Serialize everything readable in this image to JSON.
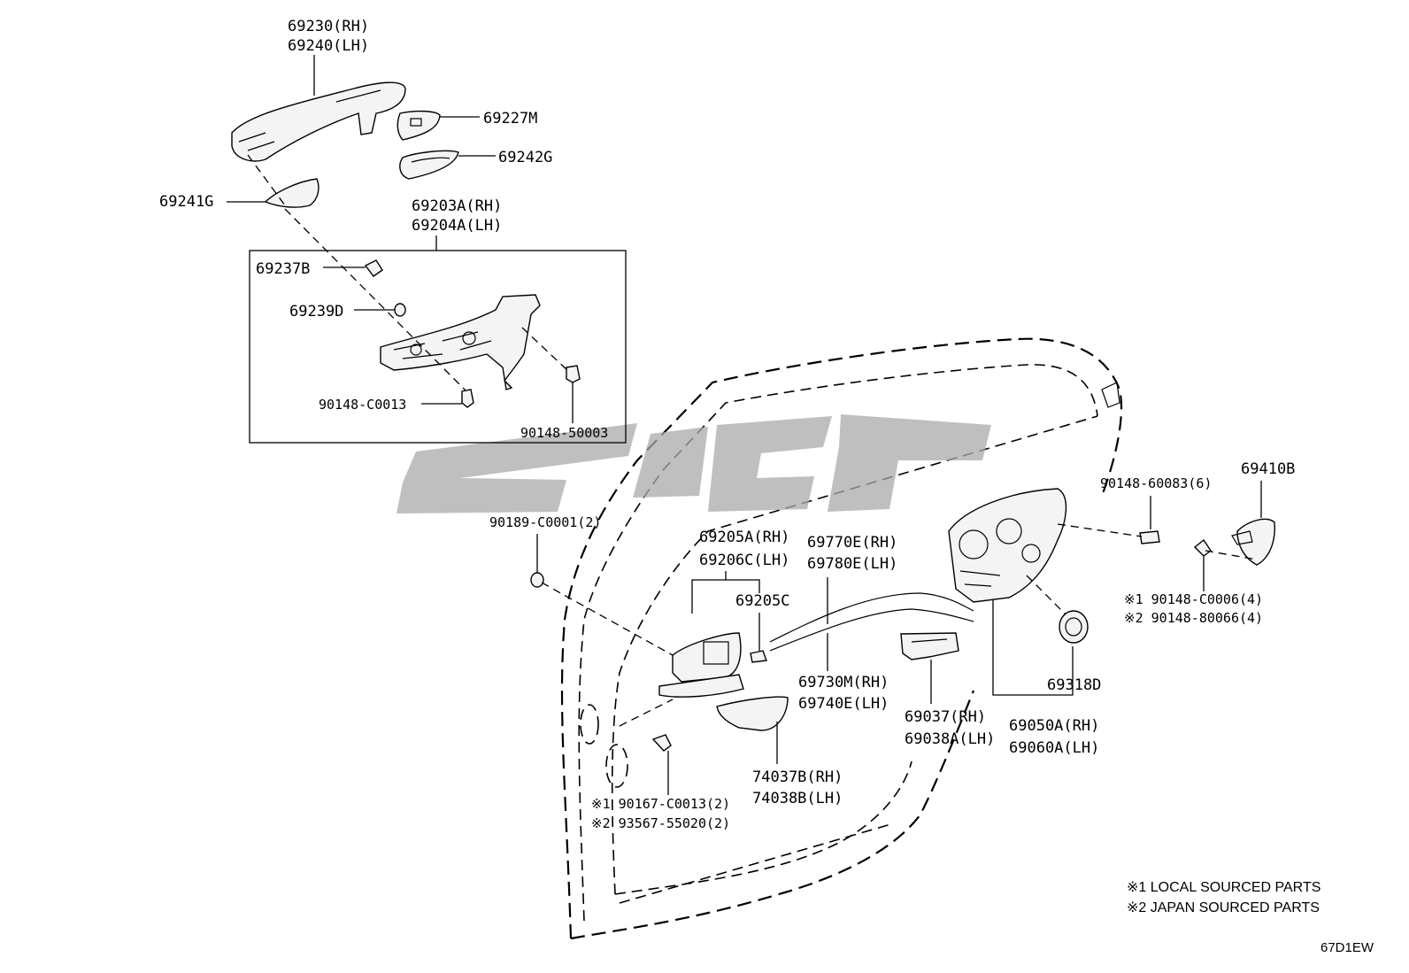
{
  "callouts": {
    "p69230": "69230(RH)",
    "p69240": "69240(LH)",
    "p69227M": "69227M",
    "p69242G": "69242G",
    "p69241G": "69241G",
    "p69203A": "69203A(RH)",
    "p69204A": "69204A(LH)",
    "p69237B": "69237B",
    "p69239D": "69239D",
    "p90148C0013": "90148-C0013",
    "p9014850003": "90148-50003",
    "p90189": "90189-C0001(2)",
    "p69205A": "69205A(RH)",
    "p69206C": "69206C(LH)",
    "p69770E": "69770E(RH)",
    "p69780E": "69780E(LH)",
    "p69205C": "69205C",
    "p69730M": "69730M(RH)",
    "p69740E": "69740E(LH)",
    "p69037": "69037(RH)",
    "p69038A": "69038A(LH)",
    "p69050A": "69050A(RH)",
    "p69060A": "69060A(LH)",
    "p69318D": "69318D",
    "p9014860083": "90148-60083(6)",
    "p69410B": "69410B",
    "p90148C0006": "※1 90148-C0006(4)",
    "p9014880066": "※2 90148-80066(4)",
    "p74037B": "74037B(RH)",
    "p74038B": "74038B(LH)",
    "p90167": "※1 90167-C0013(2)",
    "p93567": "※2 93567-55020(2)"
  },
  "notes": {
    "local": "※1 LOCAL SOURCED PARTS",
    "japan": "※2 JAPAN SOURCED PARTS"
  },
  "diagram_code": "67D1EW"
}
